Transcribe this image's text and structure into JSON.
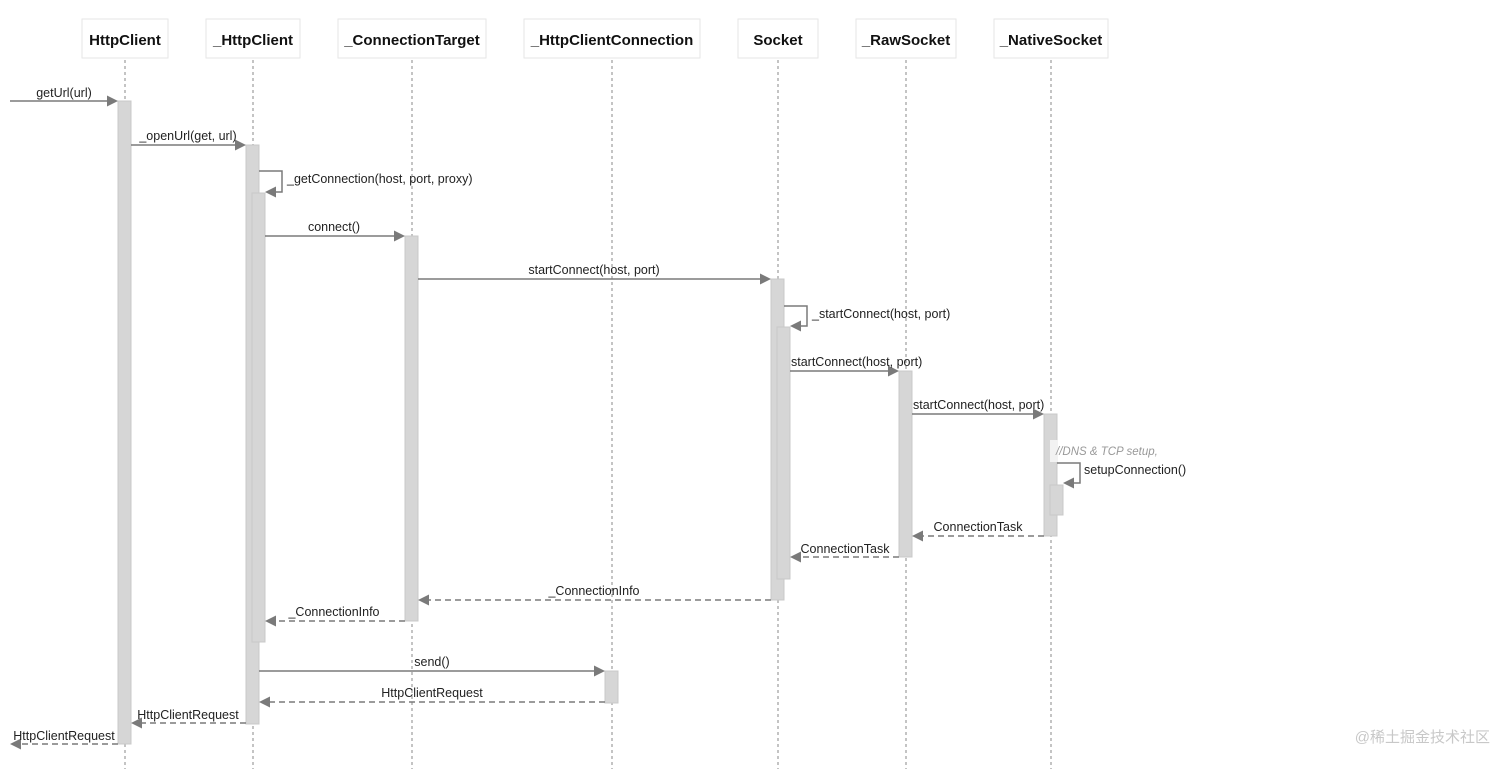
{
  "participants": [
    {
      "id": "p0",
      "name": "HttpClient"
    },
    {
      "id": "p1",
      "name": "_HttpClient"
    },
    {
      "id": "p2",
      "name": "_ConnectionTarget"
    },
    {
      "id": "p3",
      "name": "_HttpClientConnection"
    },
    {
      "id": "p4",
      "name": "Socket"
    },
    {
      "id": "p5",
      "name": "_RawSocket"
    },
    {
      "id": "p6",
      "name": "_NativeSocket"
    }
  ],
  "messages": [
    {
      "label": "getUrl(url)",
      "from": "external",
      "to": "HttpClient",
      "kind": "call"
    },
    {
      "label": "_openUrl(get, url)",
      "from": "HttpClient",
      "to": "_HttpClient",
      "kind": "call"
    },
    {
      "label": "_getConnection(host, port, proxy)",
      "from": "_HttpClient",
      "to": "_HttpClient",
      "kind": "self-call"
    },
    {
      "label": "connect()",
      "from": "_HttpClient",
      "to": "_ConnectionTarget",
      "kind": "call"
    },
    {
      "label": "startConnect(host, port)",
      "from": "_ConnectionTarget",
      "to": "Socket",
      "kind": "call"
    },
    {
      "label": "_startConnect(host, port)",
      "from": "Socket",
      "to": "Socket",
      "kind": "self-call"
    },
    {
      "label": "startConnect(host, port)",
      "from": "Socket",
      "to": "_RawSocket",
      "kind": "call"
    },
    {
      "label": "startConnect(host, port)",
      "from": "_RawSocket",
      "to": "_NativeSocket",
      "kind": "call"
    },
    {
      "label": "setupConnection()",
      "from": "_NativeSocket",
      "to": "_NativeSocket",
      "kind": "self-call"
    },
    {
      "label": "ConnectionTask",
      "from": "_NativeSocket",
      "to": "_RawSocket",
      "kind": "return"
    },
    {
      "label": "ConnectionTask",
      "from": "_RawSocket",
      "to": "Socket",
      "kind": "return"
    },
    {
      "label": "_ConnectionInfo",
      "from": "Socket",
      "to": "_ConnectionTarget",
      "kind": "return"
    },
    {
      "label": "_ConnectionInfo",
      "from": "_ConnectionTarget",
      "to": "_HttpClient",
      "kind": "return"
    },
    {
      "label": "send()",
      "from": "_HttpClient",
      "to": "_HttpClientConnection",
      "kind": "call"
    },
    {
      "label": "HttpClientRequest",
      "from": "_HttpClientConnection",
      "to": "_HttpClient",
      "kind": "return"
    },
    {
      "label": "HttpClientRequest",
      "from": "_HttpClient",
      "to": "HttpClient",
      "kind": "return"
    },
    {
      "label": "HttpClientRequest",
      "from": "HttpClient",
      "to": "external",
      "kind": "return"
    }
  ],
  "note": "//DNS & TCP setup,",
  "watermark": "@稀土掘金技术社区",
  "colors": {
    "lifeline": "#8a8a8a",
    "activation": "#d6d6d6",
    "arrow": "#7a7a7a",
    "note": "#999999"
  }
}
